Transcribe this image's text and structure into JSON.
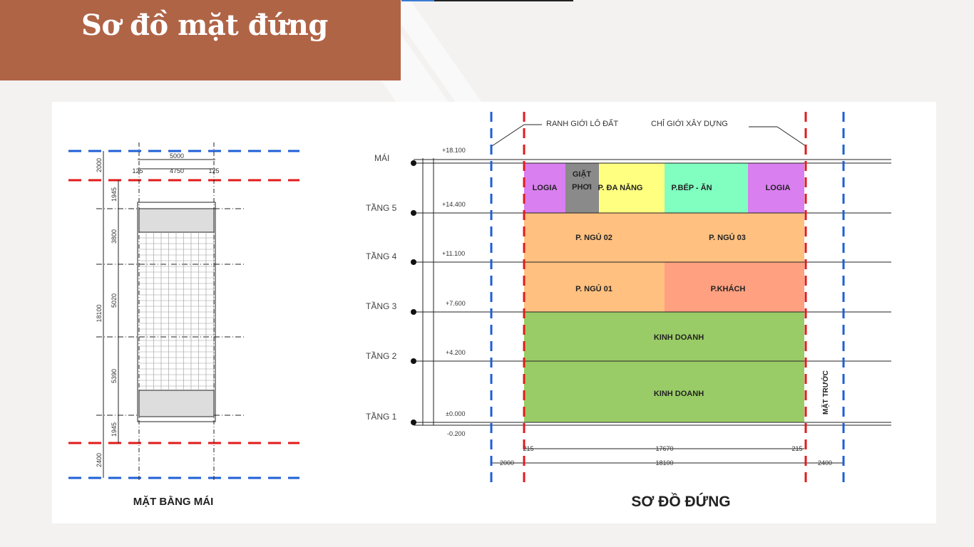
{
  "slide": {
    "title": "Sơ đồ mặt đứng"
  },
  "plan": {
    "caption": "MẶT BẰNG MÁI",
    "dims_top": [
      "5000",
      "125",
      "4750",
      "125"
    ],
    "dims_left_outer": [
      "2000",
      "18100",
      "2400"
    ],
    "dims_left_inner": [
      "1945",
      "3800",
      "5020",
      "5390",
      "1945"
    ]
  },
  "elevation": {
    "caption": "SƠ ĐỒ ĐỨNG",
    "callout_left": "RANH GIỚI LÔ ĐẤT",
    "callout_right": "CHỈ GIỚI XÂY DỰNG",
    "front_label": "MẶT TRƯỚC",
    "levels": [
      {
        "name": "MÁI",
        "elev": "+18.100"
      },
      {
        "name": "TẦNG 5",
        "elev": "+14.400"
      },
      {
        "name": "TẦNG 4",
        "elev": "+11.100"
      },
      {
        "name": "TẦNG 3",
        "elev": "+7.600"
      },
      {
        "name": "TẦNG 2",
        "elev": "+4.200"
      },
      {
        "name": "TẦNG 1",
        "elev": "±0.000"
      }
    ],
    "ground_elev": "-0.200",
    "rooms": {
      "t5": [
        "LOGIA",
        "GIẶT",
        "PHƠI",
        "P. ĐA NĂNG",
        "P.BẾP - ĂN",
        "LOGIA"
      ],
      "t4": [
        "P. NGỦ 02",
        "P. NGỦ 03"
      ],
      "t3": [
        "P. NGỦ 01",
        "P.KHÁCH"
      ],
      "t2": "KINH DOANH",
      "t1": "KINH DOANH"
    },
    "dims_bottom": [
      "215",
      "17670",
      "215",
      "2000",
      "18100",
      "2400"
    ]
  },
  "colors": {
    "title_bg": "#b06446",
    "logia": "#d97ff0",
    "laundry": "#8a8a8a",
    "multi": "#ffff80",
    "kitchen": "#80ffc0",
    "bedroom": "#ffc080",
    "living": "#ffa080",
    "business": "#99cc66",
    "boundary": "#1f5fd6",
    "buildline": "#e21b1b"
  }
}
